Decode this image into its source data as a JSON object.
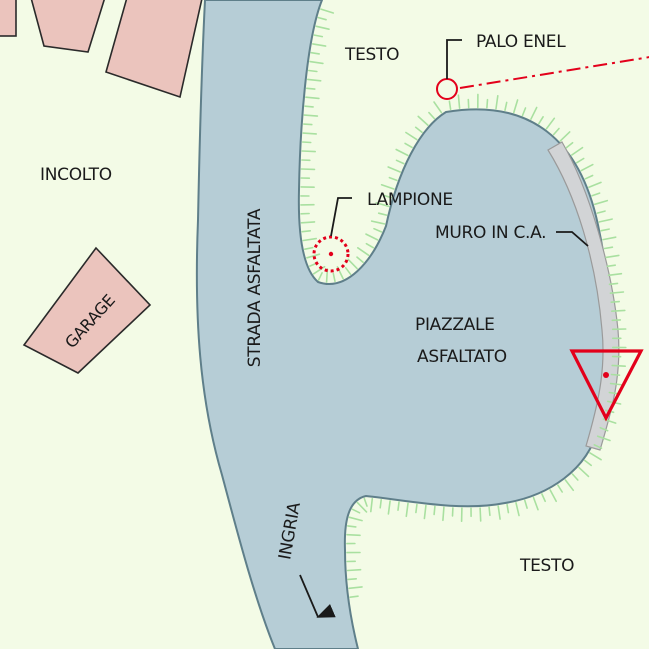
{
  "labels": {
    "incolto": "INCOLTO",
    "garage": "GARAGE",
    "strada": "STRADA ASFALTATA",
    "ingria": "INGRIA",
    "testo_top": "TESTO",
    "testo_bottom": "TESTO",
    "palo_enel": "PALO ENEL",
    "lampione": "LAMPIONE",
    "muro": "MURO IN C.A.",
    "piazzale_line1": "PIAZZALE",
    "piazzale_line2": "ASFALTATO"
  },
  "colors": {
    "background": "#f3fbe6",
    "road": "#b6cdd6",
    "road_edge": "#5f7f8a",
    "building_fill": "#ebc4bd",
    "building_edge": "#2a2a2a",
    "hatch": "#a9e0a0",
    "wall": "#d2d4d6",
    "marker_red": "#e3001b"
  },
  "icons": {
    "palo": "circle-pole-icon",
    "lampione": "dashed-circle-lamp-icon",
    "hydrant": "triangle-marker-icon",
    "direction": "arrow-down-icon"
  }
}
